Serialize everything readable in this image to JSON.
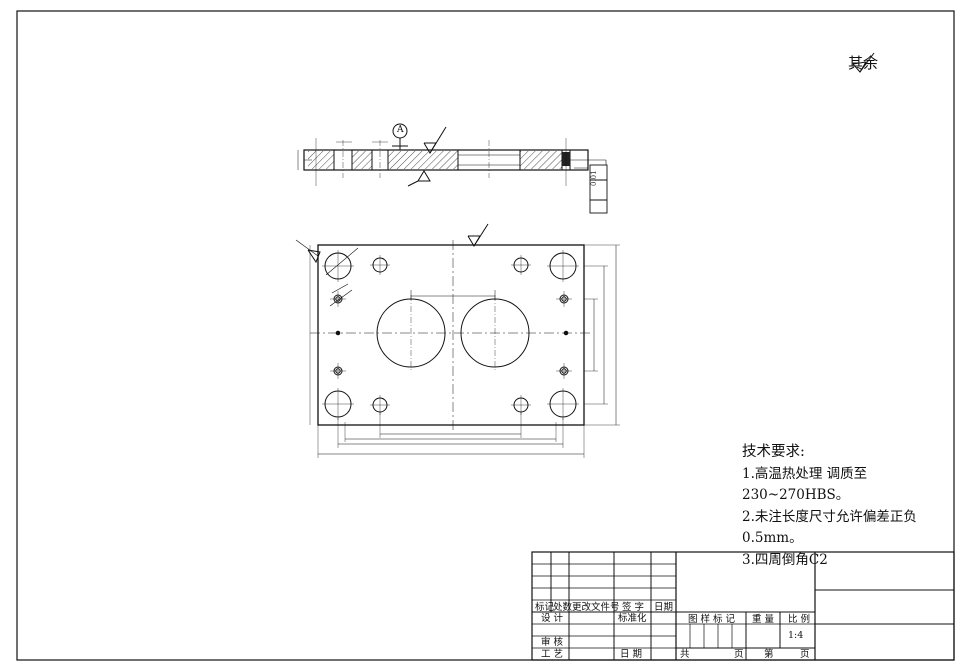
{
  "roughness_note": {
    "label": "其余",
    "icon": "roughness-check-icon"
  },
  "datum_label": "A",
  "tolerance_frame": "0.01",
  "tech_requirements": {
    "title": "技术要求:",
    "lines": [
      "1.高温热处理 调质至",
      "230~270HBS。",
      "2.未注长度尺寸允许偏差正负",
      "0.5mm。",
      "3.四周倒角C2"
    ]
  },
  "title_block": {
    "rev_headers": [
      "标记",
      "处数",
      "更改文件号",
      "签 字",
      "日期"
    ],
    "design": "设 计",
    "standardize": "标准化",
    "review": "审 核",
    "process": "工 艺",
    "date": "日 期",
    "pattern_mark": "图 样 标 记",
    "weight": "重 量",
    "scale": "比 例",
    "scale_value": "1:4",
    "total": "共",
    "sheet_unit": "页",
    "sheet_no": "第",
    "sheet_unit2": "页"
  }
}
